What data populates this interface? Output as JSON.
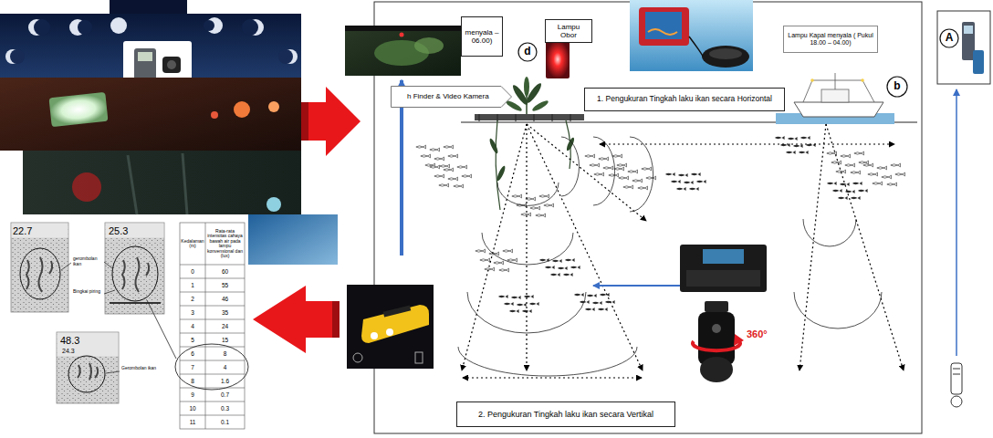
{
  "diagram": {
    "nodes": [
      {
        "text": [
          "menyala – 06.00)"
        ]
      },
      {
        "text": [
          "d"
        ]
      },
      {
        "text": [
          "Lampu Obor"
        ]
      },
      {
        "text": [
          "h Finder & Video Kamera"
        ]
      },
      {
        "text": [
          "1. Pengukuran Tingkah laku ikan secara Horizontal"
        ]
      },
      {
        "text": [
          "Lampu Kapal menyala ( Pukul 18.00 – 04.00)"
        ]
      },
      {
        "text": [
          "b"
        ]
      },
      {
        "text": [
          "A"
        ]
      },
      {
        "text": [
          "2. Pengukuran Tingkah laku ikan secara Vertikal"
        ]
      }
    ],
    "labels": [
      "22.7",
      "25.3",
      "gerombolan ikan",
      "Bingkai piring",
      "48.3",
      "24.3",
      "Gerombolan ikan",
      "Kedalaman (m)",
      "Rata-rata intensitas cahaya bawah air pada lampu konvensional dan (lux)",
      "0",
      "60",
      "1",
      "55",
      "2",
      "46",
      "3",
      "35",
      "4",
      "24",
      "5",
      "15",
      "6",
      "8",
      "7",
      "4",
      "8",
      "1.6",
      "9",
      "0.7",
      "10",
      "0.3",
      "11",
      "0.1",
      "360°"
    ]
  }
}
